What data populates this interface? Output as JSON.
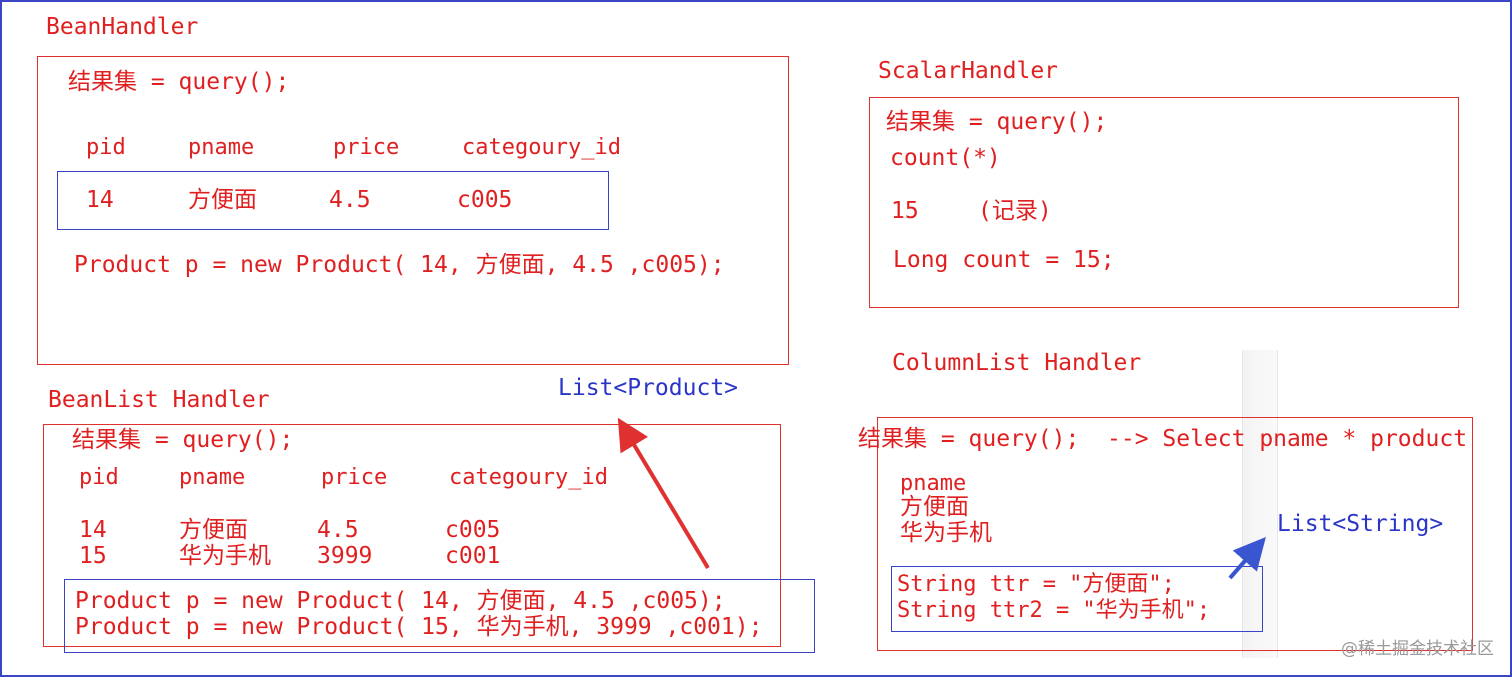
{
  "colors": {
    "text_red": "#e02020",
    "text_blue": "#2a35c8",
    "frame_blue": "#3b45c6",
    "arrow_red": "#e03030",
    "arrow_blue": "#3a55d0"
  },
  "bean_handler": {
    "title": "BeanHandler",
    "result_line": "结果集 = query();",
    "headers": [
      "pid",
      "pname",
      "price",
      "categoury_id"
    ],
    "row": [
      "14",
      "方便面",
      "4.5",
      "c005"
    ],
    "code": "Product p = new Product( 14, 方便面, 4.5 ,c005);"
  },
  "scalar_handler": {
    "title": "ScalarHandler",
    "result_line": "结果集 = query();",
    "count_line": "count(*)",
    "value": "15",
    "value_note": "(记录)",
    "code": "Long count = 15;"
  },
  "bean_list_handler": {
    "title": "BeanList Handler",
    "list_label": "List<Product>",
    "result_line": "结果集 = query();",
    "headers": [
      "pid",
      "pname",
      "price",
      "categoury_id"
    ],
    "rows": [
      [
        "14",
        "方便面",
        "4.5",
        "c005"
      ],
      [
        "15",
        "华为手机",
        "3999",
        "c001"
      ]
    ],
    "code_lines": [
      "Product p = new Product( 14, 方便面, 4.5 ,c005);",
      "Product p = new Product( 15, 华为手机, 3999 ,c001);"
    ]
  },
  "column_list_handler": {
    "title": "ColumnList Handler",
    "result_line": "结果集 = query();  --> Select pname * product",
    "column_header": "pname",
    "values": [
      "方便面",
      "华为手机"
    ],
    "list_label": "List<String>",
    "code_lines": [
      "String ttr = \"方便面\";",
      "String ttr2 = \"华为手机\";"
    ]
  },
  "watermark": "@稀土掘金技术社区"
}
